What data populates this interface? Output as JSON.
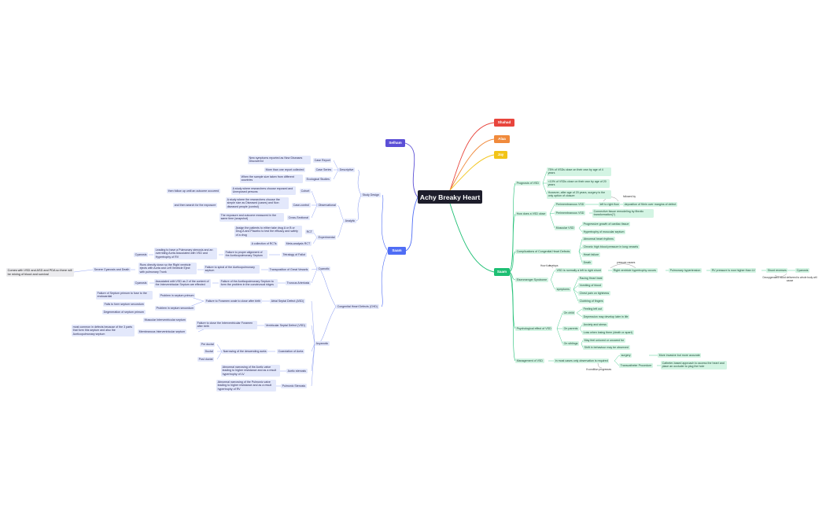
{
  "root": "Achy Breaky Heart",
  "people": {
    "shahad": "Shahad",
    "alaa": "Alaa",
    "jay": "Jay",
    "saam_right": "Saam",
    "selham": "Selham",
    "saam_left": "Saam"
  },
  "colors": {
    "shahad": "#e8453c",
    "alaa": "#f08a3c",
    "jay": "#f2c418",
    "saam_right": "#1dbf73",
    "selham": "#5b4fd6",
    "saam_left": "#4f6df5",
    "left_node": "#e3e8fb",
    "right_node": "#d3f4e3"
  },
  "left": {
    "study_design": "Study Design",
    "descriptive": "Descriptive",
    "case_report": "Case Report",
    "case_report_d": "New symptoms reported as New Diseases Discovered",
    "case_series": "Case Series",
    "case_series_d": "More than one report collected",
    "ecological": "Ecological Studies",
    "ecological_d": "When the sample size taken from different countries",
    "analytic": "Analytic",
    "observational": "Observational",
    "cohort": "Cohort",
    "cohort_d": "A study where researchers choose exposed and Unexposed persons",
    "cohort_d2": "then follow up until an outcome occurred",
    "case_control": "Case-control",
    "case_control_d": "A study where the researchers choose the simple size as Diseased (cases) and Non diseased people (control)",
    "case_control_d2": "and then search for the exposure",
    "cross_sectional": "Cross-Sectional",
    "cross_sectional_d": "The exposure and outcome measured in the same time (snapshot)",
    "experimental": "Experimental",
    "rct": "RCT",
    "rct_d": "Assign the patients to either take drug A or B or Drug A and Placebo to test the efficacy and safety of a drug",
    "meta": "Meta-analysis RCT",
    "meta_d": "A collection of RCTs",
    "chd": "Congenital Heart Defects (CHD)",
    "cyanotic": "Cyanotic",
    "tof": "Tetralogy of Fallot",
    "tof_d": "Failure to proper alignment of the Aorticopulmonary Septum",
    "tof_d2": "Leading to have a Pulmonary stenosis and an overriding Aorta Associated with VSD and Hypertrophy of RV",
    "tof_c": "Cyanosis",
    "tga": "Transposition of Great Vessels",
    "tga_d": "Failure to spiral of the Aorticopulmonary septum",
    "tga_d2": "Runs directly down so the Right ventricle ejects with Aorta and Left Ventricle Eject with pulmonary Trunk",
    "tga_c": "Severe Cyanosis and Death",
    "tga_note": "Comes with VSD and ASD and PDA so there will be mixing of blood and survival",
    "truncus": "Truncus Arteriosis",
    "truncus_d": "Failure of the Aorticopulmonary Septum to form the problem in the conotruncal ridges",
    "truncus_d2": "Associated with VSD as 2 of the content of the Interventricular Septum are effected",
    "truncus_c": "Cyanosis",
    "acyanotic": "Acyanotic",
    "asd": "Atrial Septal Defect (ASD)",
    "asd_d": "Failure to Foramen ovale to close after birth",
    "asd_p1": "Problem in septum primum",
    "asd_p1_d": "Failure of Septum primum to fuse to the endocardial",
    "asd_p2": "Problem in septum secundum",
    "asd_p2_d1": "Fails to form septum secundum",
    "asd_p2_d2": "Degeneration of septum primum",
    "vsd": "Ventricular Septal Defect (VSD)",
    "vsd_d": "Failure to close the Interventricular Foramen after birth",
    "vsd_m": "Muscular Interventricular septum",
    "vsd_mem": "Membranous Interventricular septum",
    "vsd_mem_d": "most common in defects because of the 3 parts that form this septum and also the Aorticopulmonary septum",
    "coarct": "Coarctation of Aorta",
    "coarct_d": "Narrowing of the descending aorta",
    "pre": "Pre ductal",
    "ductal": "Ductal",
    "post": "Post ductal",
    "aortic": "Aortic stenosis",
    "aortic_d": "Abnormal narrowing of the Aortic valve leading to higher resistance and as a result hypertrophy of LV",
    "pulm": "Pulmonic Stenosis",
    "pulm_d": "Abnormal narrowing of the Pulmonic valve leading to higher resistance and as a result hypertrophy of RV"
  },
  "right": {
    "prognosis": "Prognosis of VSD",
    "prog1": "75% of VSDs close on their own by age of 4 years",
    "prog2": "<10% of VSDs close on their own by age of 20 years",
    "prog3": "However, after age of 20 years, surgery is the only option of closure",
    "close": "How does a VSD close",
    "perim1": "Perimembranous VSD",
    "perim1_a": "left to right flow",
    "perim1_b": "deposition of fibrin over margins of defect",
    "perim1_cap": "followed by",
    "perim2": "Perimembranous VSD",
    "perim2_a": "Connective tissue remodeling by fibrotic transformation(?)",
    "muscular": "Muscular VSD",
    "musc_a": "Progressive growth of cardiac tissue",
    "musc_b": "Hypertrophy of muscular septum",
    "complications": "Complications of Congenital Heart Defects",
    "comp1": "Abnormal heart rhythms",
    "comp2": "Chronic high blood pressure in lung vessels",
    "comp3": "Heart failure",
    "comp4": "Death",
    "eisenmenger": "Eisenmenger Syndrome",
    "eis_a": "VSD is normally a left to right shunt",
    "eis_cap1": "How it develops",
    "eis_b": "Right ventricle hypertrophy occurs",
    "eis_cap2": "pressure causes",
    "eis_c": "Pulmonary hypertension",
    "eis_d": "RV pressure is now higher than LV",
    "eis_e": "Shunt reverses",
    "eis_f": "Cyanosis",
    "eis_cap3": "Deoxygenated blood delivered to whole body will cause",
    "symptoms": "symptoms",
    "sym1": "Racing Heart beat",
    "sym2": "Vomiting of blood",
    "sym3": "Chest pain on tightness",
    "sym4": "Clubbing of fingers",
    "psych": "Psychological effect of VSD",
    "on_child": "On child",
    "child1": "Feeling left out",
    "child2": "Depression may develop later in life",
    "on_parents": "On parents",
    "par1": "Anxiety and stress",
    "par2": "Loss when losing them (death or apart)",
    "on_siblings": "On siblings",
    "sib1": "May feel unloved or uncared for",
    "sib2": "Shift in behaviour may be observed",
    "management": "Management of VSD",
    "mgmt_a": "In most cases only observation is required",
    "surgery": "surgery",
    "surgery_d": "More invasive but more accurate",
    "transcath": "Transcatheter Procedure",
    "transcath_d": "Catheter-based approach to access the heart and place an occluder to plug the hole",
    "mgmt_cap": "If condition progresses"
  }
}
